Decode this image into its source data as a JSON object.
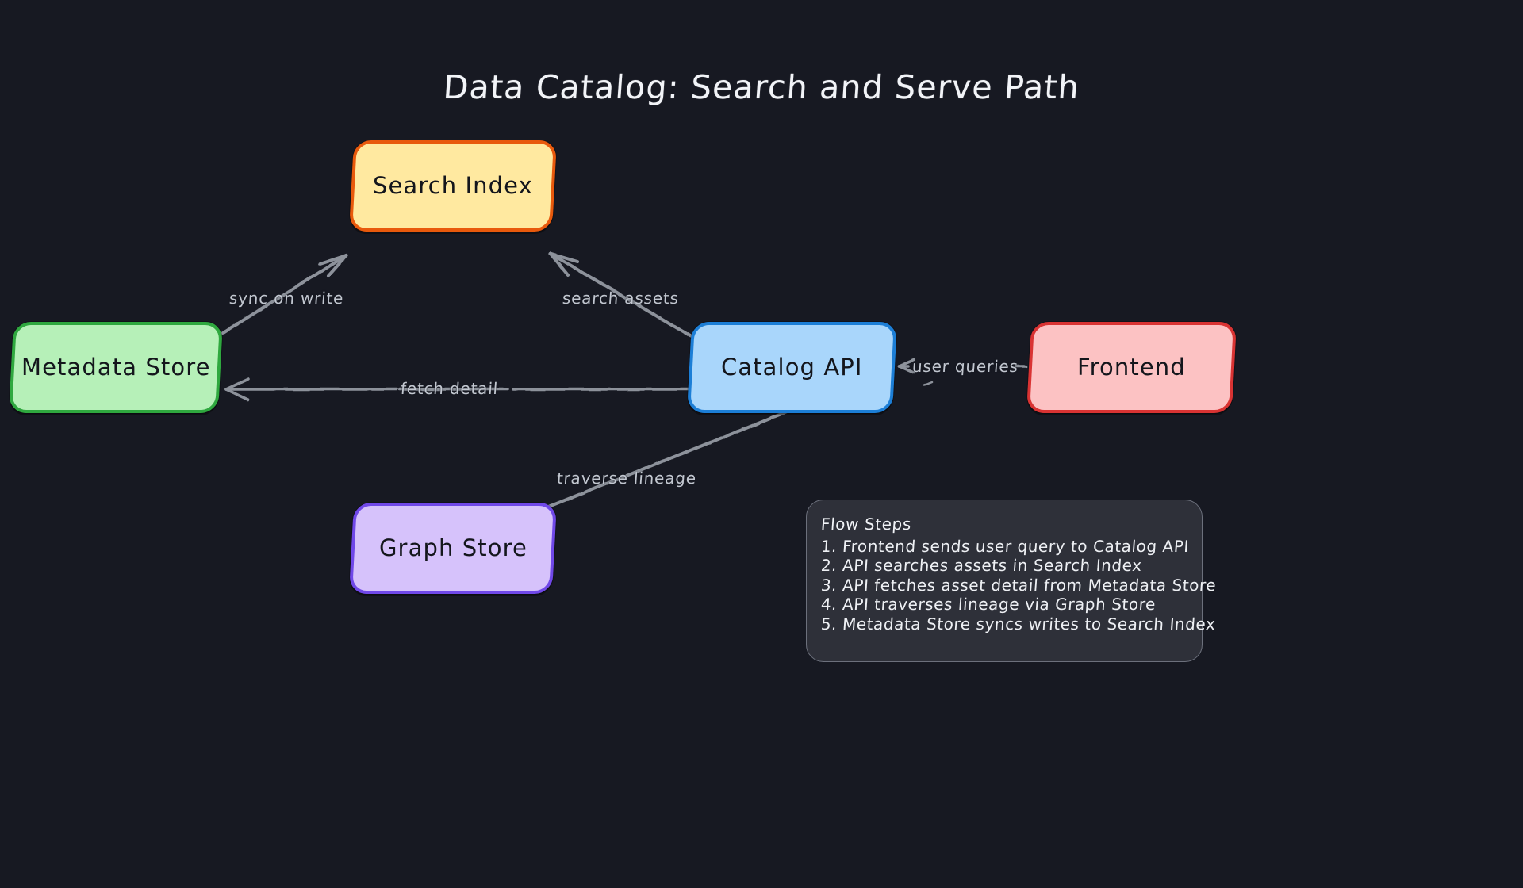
{
  "title": "Data Catalog: Search and Serve Path",
  "background_color": "#171922",
  "nodes": [
    {
      "id": "search-index",
      "label": "Search Index",
      "fill": "#ffe9a0",
      "border": "#e8590c"
    },
    {
      "id": "metadata-store",
      "label": "Metadata Store",
      "fill": "#b6f0b8",
      "border": "#2fa83f"
    },
    {
      "id": "catalog-api",
      "label": "Catalog API",
      "fill": "#a9d6fb",
      "border": "#1c7ed6"
    },
    {
      "id": "frontend",
      "label": "Frontend",
      "fill": "#fcc2c3",
      "border": "#d93333"
    },
    {
      "id": "graph-store",
      "label": "Graph Store",
      "fill": "#d6c2fb",
      "border": "#7048e8"
    }
  ],
  "edges": [
    {
      "id": "sync-on-write",
      "label": "sync on write",
      "from": "metadata-store",
      "to": "search-index"
    },
    {
      "id": "search-assets",
      "label": "search assets",
      "from": "catalog-api",
      "to": "search-index"
    },
    {
      "id": "fetch-detail",
      "label": "fetch detail",
      "from": "catalog-api",
      "to": "metadata-store"
    },
    {
      "id": "user-queries",
      "label": "user queries",
      "from": "frontend",
      "to": "catalog-api"
    },
    {
      "id": "traverse-lineage",
      "label": "traverse lineage",
      "from": "catalog-api",
      "to": "graph-store"
    }
  ],
  "edge_color": "#8d929b",
  "legend": {
    "title": "Flow Steps",
    "steps": [
      "1. Frontend sends user query to Catalog API",
      "2. API searches assets in Search Index",
      "3. API fetches asset detail from Metadata Store",
      "4. API traverses lineage via Graph Store",
      "5. Metadata Store syncs writes to Search Index"
    ]
  }
}
